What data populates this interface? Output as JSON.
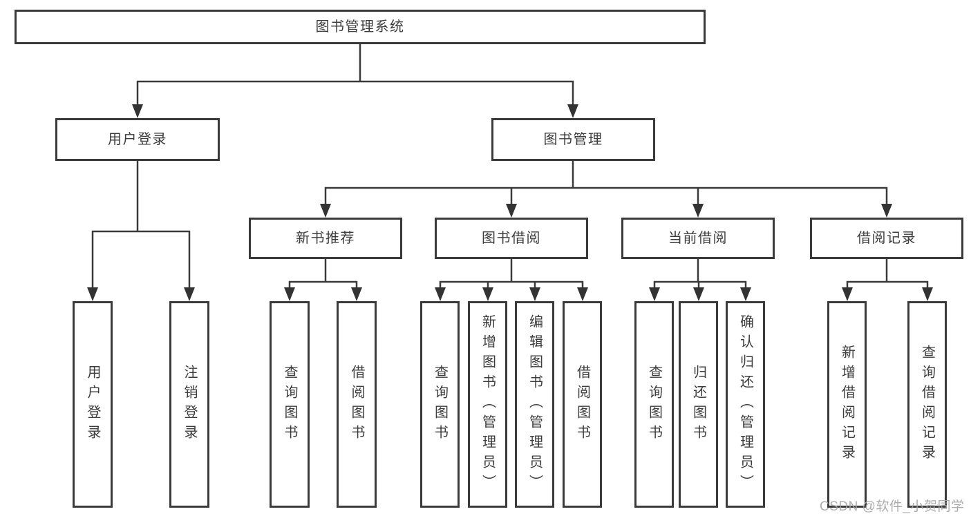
{
  "tree": {
    "root": {
      "label": "图书管理系统",
      "children": [
        {
          "label": "用户登录",
          "children": [
            {
              "label": "用户登录"
            },
            {
              "label": "注销登录"
            }
          ]
        },
        {
          "label": "图书管理",
          "children": [
            {
              "label": "新书推荐",
              "children": [
                {
                  "label": "查询图书"
                },
                {
                  "label": "借阅图书"
                }
              ]
            },
            {
              "label": "图书借阅",
              "children": [
                {
                  "label": "查询图书"
                },
                {
                  "label": "新增图书（管理员）"
                },
                {
                  "label": "编辑图书（管理员）"
                },
                {
                  "label": "借阅图书"
                }
              ]
            },
            {
              "label": "当前借阅",
              "children": [
                {
                  "label": "查询图书"
                },
                {
                  "label": "归还图书"
                },
                {
                  "label": "确认归还（管理员）"
                }
              ]
            },
            {
              "label": "借阅记录",
              "children": [
                {
                  "label": "新增借阅记录"
                },
                {
                  "label": "查询借阅记录"
                }
              ]
            }
          ]
        }
      ]
    }
  },
  "watermark": "CSDN @软件_小贺同学",
  "colors": {
    "line": "#3a3a3a",
    "arrow": "#333333",
    "text": "#3c3c3c",
    "watermark": "#a6a6a6",
    "background": "#ffffff"
  }
}
